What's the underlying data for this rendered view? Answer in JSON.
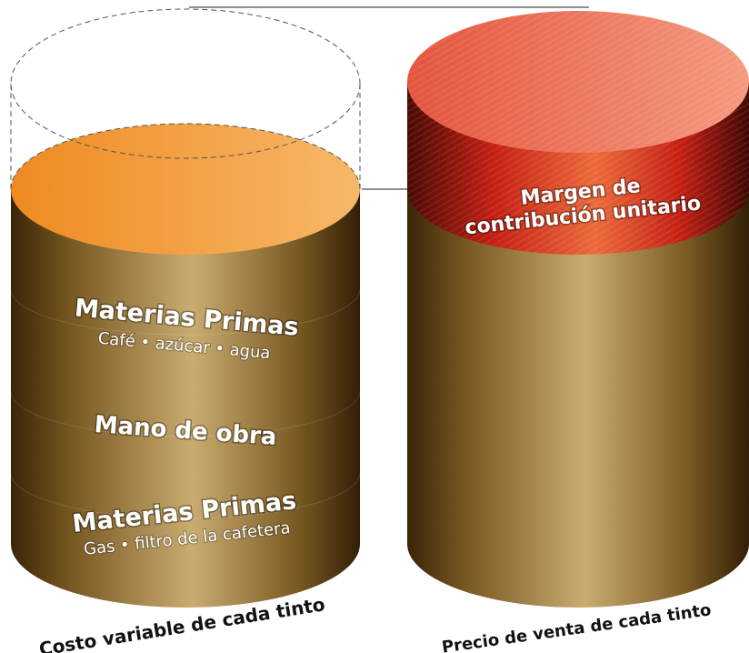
{
  "left_cylinder": {
    "segments": [
      {
        "title": "Materias Primas",
        "subtitle": "Café • azúcar • agua"
      },
      {
        "title": "Mano de obra",
        "subtitle": ""
      },
      {
        "title": "Materias Primas",
        "subtitle": "Gas • filtro de la cafetera"
      }
    ],
    "caption": "Costo variable de cada tinto"
  },
  "right_cylinder": {
    "margin_line1": "Margen de",
    "margin_line2": "contribución unitario",
    "caption": "Precio de venta de cada tinto"
  },
  "colors": {
    "body_light": "#c9a86a",
    "body_dark": "#3a2508",
    "orange_top": "#f6a240",
    "red_band": "#c8231a",
    "salmon_top": "#ef7a62"
  }
}
